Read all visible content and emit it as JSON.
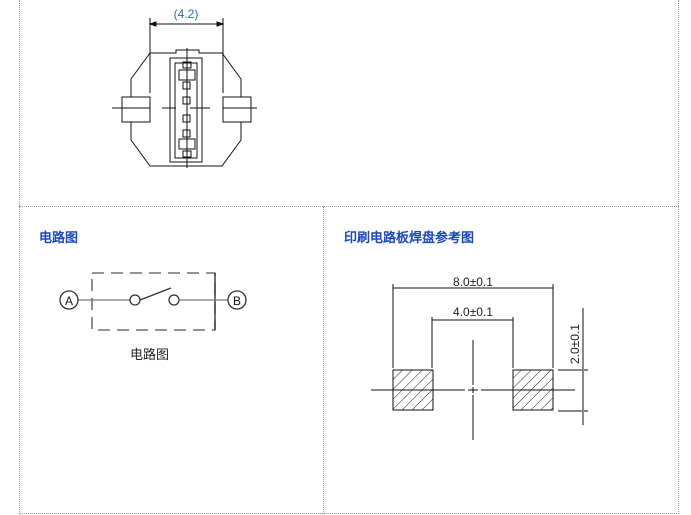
{
  "top_drawing": {
    "dimension_label": "(4.2)"
  },
  "circuit": {
    "title": "电路图",
    "terminal_a": "A",
    "terminal_b": "B",
    "caption": "电路图"
  },
  "pcb": {
    "title": "印刷电路板焊盘参考图",
    "outer_dim": "8.0±0.1",
    "inner_dim": "4.0±0.1",
    "height_dim": "2.0±0.1"
  },
  "colors": {
    "accent": "#1c46c8",
    "dim_text": "#2a6ab0"
  }
}
